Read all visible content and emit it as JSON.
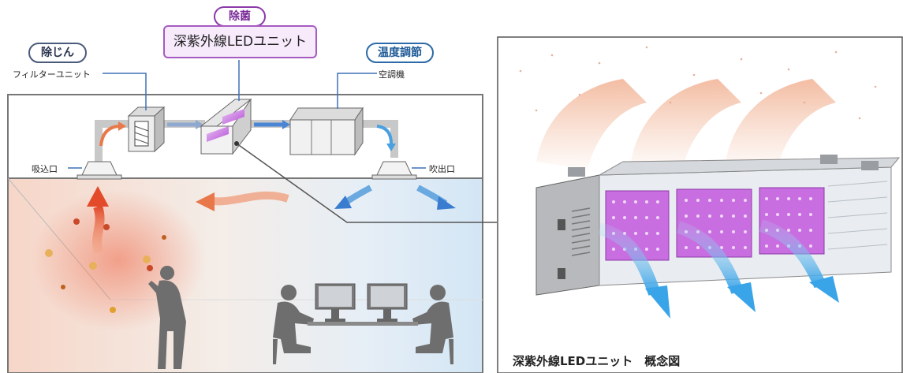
{
  "filter": {
    "stage": "除じん",
    "device": "フィルターユニット"
  },
  "sterilize": {
    "stage": "除菌",
    "device": "深紫外線LEDユニット"
  },
  "temperature": {
    "stage": "温度調節",
    "device": "空調機"
  },
  "room": {
    "inlet": "吸込口",
    "outlet": "吹出口"
  },
  "product": {
    "caption": "深紫外線LEDユニット　概念図"
  },
  "colors": {
    "uv": "#b84ad6",
    "warm": "#e8674a",
    "cool": "#3f8fd6",
    "frame": "#6b6b6b"
  }
}
